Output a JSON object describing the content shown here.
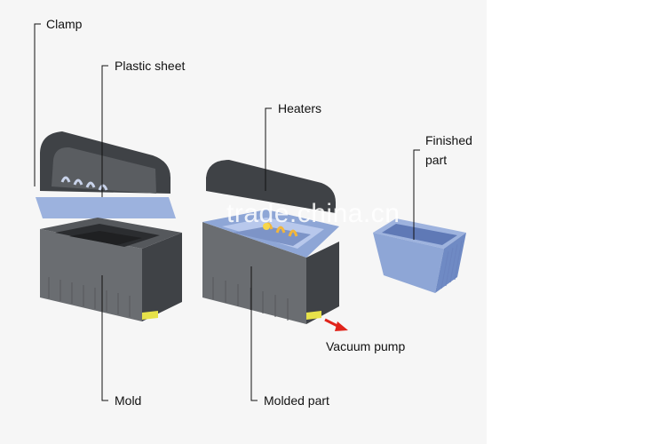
{
  "labels": {
    "clamp": "Clamp",
    "plastic_sheet": "Plastic sheet",
    "heaters": "Heaters",
    "finished_part_line1": "Finished",
    "finished_part_line2": "part",
    "vacuum_pump": "Vacuum pump",
    "mold": "Mold",
    "molded_part": "Molded part"
  },
  "watermark": "trade.china.cn",
  "colors": {
    "machine_dark": "#3f4246",
    "machine_mid": "#55585c",
    "machine_light": "#808387",
    "sheet_blue": "#8ea6d6",
    "heater_glow": "#f2b63b",
    "arrow_red": "#e0241b",
    "valve_yellow": "#e7e24a"
  }
}
